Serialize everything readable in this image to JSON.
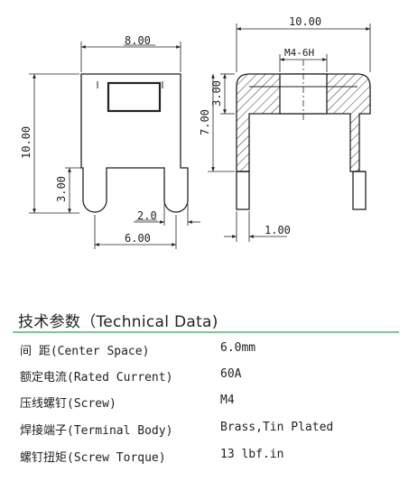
{
  "drawing": {
    "front_view": {
      "width_top": "8.00",
      "height": "10.00",
      "slot_depth": "3.00",
      "slot_gap": "2.0",
      "width_bottom": "6.00"
    },
    "side_view": {
      "width_top": "10.00",
      "thread": "M4-6H",
      "head_height": "3.00",
      "leg_height": "7.00",
      "leg_thickness": "1.00"
    }
  },
  "section": {
    "title": "技术参数（Technical Data)"
  },
  "specs": [
    {
      "label": "间  距(Center Space)",
      "value": "6.0mm"
    },
    {
      "label": "额定电流(Rated Current)",
      "value": " 60A"
    },
    {
      "label": "压线螺钉(Screw)",
      "value": "M4"
    },
    {
      "label": "焊接端子(Terminal Body)",
      "value": "Brass,Tin Plated"
    },
    {
      "label": "螺钉扭矩(Screw Torque)",
      "value": " 13 lbf.in"
    }
  ]
}
